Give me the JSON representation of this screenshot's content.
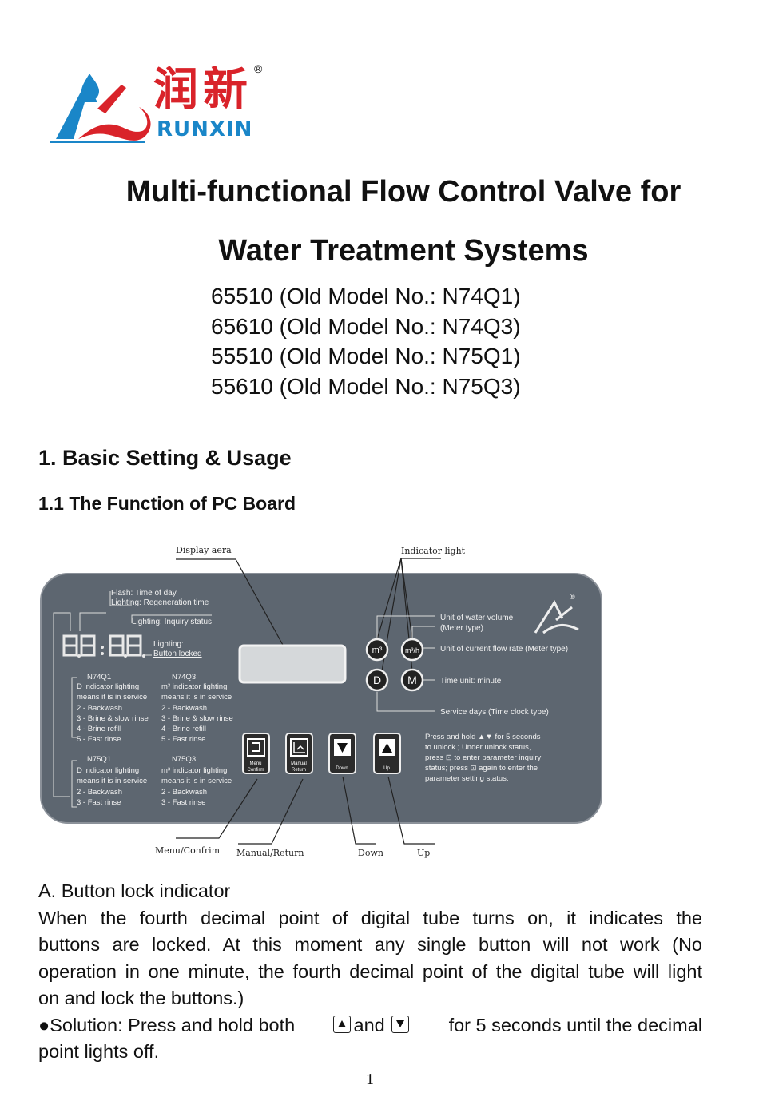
{
  "logo": {
    "cn": "润新",
    "en": "RUNXIN",
    "reg": "®"
  },
  "title": {
    "line1": "Multi-functional Flow Control Valve for",
    "line2": "Water Treatment Systems"
  },
  "models": [
    "65510 (Old Model No.: N74Q1)",
    "65610 (Old Model No.: N74Q3)",
    "55510 (Old Model No.: N75Q1)",
    "55610 (Old Model No.: N75Q3)"
  ],
  "section1": "1. Basic Setting & Usage",
  "section1_1": "1.1 The Function of PC Board",
  "board": {
    "callout_display": "Display aera",
    "callout_indicator": "Indicator light",
    "flash1": "Flash: Time of day",
    "flash2": "Lighting: Regeneration time",
    "inquiry": "Lighting: Inquiry status",
    "locked1": "Lighting:",
    "locked2": "Button locked",
    "unit_volume1": "Unit of water volume",
    "unit_volume2": "(Meter type)",
    "unit_flow": "Unit of current flow rate (Meter type)",
    "time_unit": "Time unit: minute",
    "service_days": "Service days (Time clock type)",
    "ind_m3": "m³",
    "ind_m3h": "m³/h",
    "ind_d": "D",
    "ind_m": "M",
    "n74q1": [
      "N74Q1",
      "D  indicator lighting",
      "means it is in service",
      "2 - Backwash",
      "3 - Brine & slow rinse",
      "4 - Brine refill",
      "5 - Fast rinse"
    ],
    "n74q3": [
      "N74Q3",
      "m³ indicator lighting",
      "means it is in service",
      "2 - Backwash",
      "3 - Brine & slow rinse",
      "4 - Brine refill",
      "5 - Fast rinse"
    ],
    "n75q1": [
      "N75Q1",
      "D  indicator lighting",
      "means it is in service",
      "2 - Backwash",
      "3 - Fast rinse"
    ],
    "n75q3": [
      "N75Q3",
      "m³ indicator lighting",
      "means it is in service",
      "2 - Backwash",
      "3 - Fast rinse"
    ],
    "btn_menu": [
      "Menu",
      "Confirm"
    ],
    "btn_manual": [
      "Manual",
      "Return"
    ],
    "btn_down": "Down",
    "btn_up": "Up",
    "press_note": [
      "Press and hold ▲▼ for 5 seconds",
      "to unlock ; Under unlock status,",
      "press ⊡ to enter parameter inquiry",
      "status; press ⊡ again to enter the",
      "parameter setting status."
    ],
    "label_menu": "Menu/Confrim",
    "label_manual": "Manual/Return",
    "label_down": "Down",
    "label_up": "Up",
    "reg": "®"
  },
  "section_a_title": "A. Button lock indicator",
  "section_a_lines": [
    "When the fourth decimal point of digital tube turns on, it indicates the",
    "buttons are locked. At this moment any single button will not work (No",
    "operation in one minute, the fourth decimal point of the digital tube will light"
  ],
  "section_a_last": "on and lock the buttons.)",
  "solution": {
    "bullet": "●",
    "part1": "Solution: Press and hold both",
    "and": "and",
    "part2": "for 5 seconds until the decimal",
    "line2": "point lights off."
  },
  "page_number": "1",
  "colors": {
    "brand_red": "#d9232a",
    "brand_blue": "#1a86c8",
    "panel": "#5d6670"
  }
}
